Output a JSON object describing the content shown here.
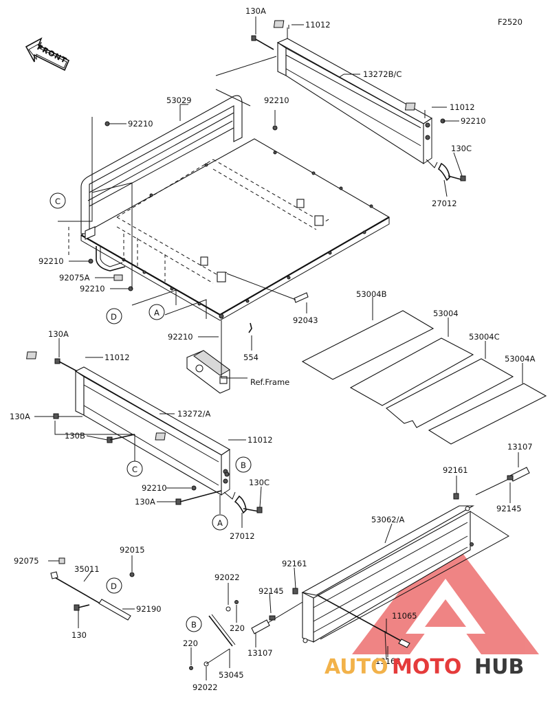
{
  "figure_code": "F2520",
  "front_label": "FRONT",
  "reference_label": "Ref.Frame",
  "callouts": {
    "A_top": "A",
    "A_mid": "A",
    "B_mid": "B",
    "B_low": "B",
    "C_top": "C",
    "C_mid": "C",
    "D_top": "D",
    "D_low": "D"
  },
  "labels": {
    "p130A_1": "130A",
    "p11012_1": "11012",
    "p13272BC": "13272B/C",
    "p53029": "53029",
    "p92210_1": "92210",
    "p92210_2": "92210",
    "p11012_2": "11012",
    "p92210_3": "92210",
    "p130C_1": "130C",
    "p27012_1": "27012",
    "p92210_4": "92210",
    "p92075A": "92075A",
    "p92210_5": "92210",
    "p92043": "92043",
    "p92210_6": "92210",
    "p554": "554",
    "p53004B": "53004B",
    "p53004": "53004",
    "p53004C": "53004C",
    "p53004A": "53004A",
    "p130A_2": "130A",
    "p11012_3": "11012",
    "p130A_3": "130A",
    "p13272A": "13272/A",
    "p130B": "130B",
    "p11012_4": "11012",
    "p92210_7": "92210",
    "p130C_2": "130C",
    "p130A_4": "130A",
    "p27012_2": "27012",
    "p13107_1": "13107",
    "p92161_1": "92161",
    "p92145_1": "92145",
    "p53062A": "53062/A",
    "p92075": "92075",
    "p92015": "92015",
    "p35011": "35011",
    "p92190": "92190",
    "p130": "130",
    "p92022_1": "92022",
    "p220_1": "220",
    "p92145_2": "92145",
    "p92161_2": "92161",
    "p11065": "11065",
    "p13107_2": "13107",
    "p13168": "13168",
    "p220_2": "220",
    "p53045": "53045",
    "p92022_2": "92022"
  },
  "watermark": {
    "part1": "AUTO",
    "part2": "MOTO",
    "part3": "HUB",
    "color_orange": "#f2b24a",
    "color_red": "#e53b3b",
    "color_dark": "#3a3a3a"
  }
}
